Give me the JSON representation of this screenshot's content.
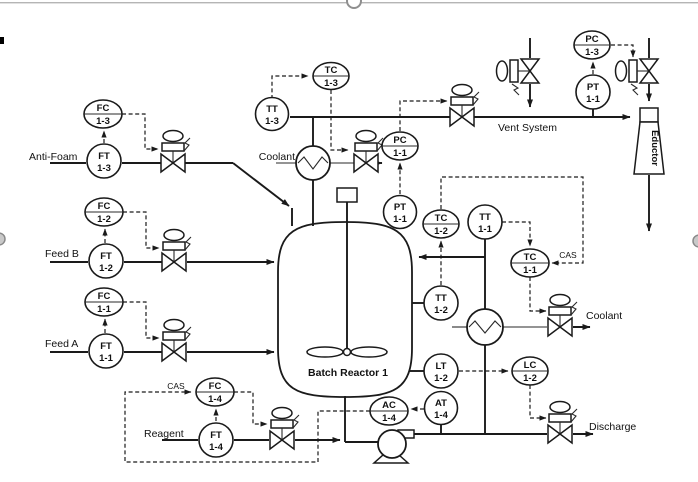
{
  "labels": {
    "anti_foam": "Anti-Foam",
    "feed_b": "Feed B",
    "feed_a": "Feed A",
    "reagent": "Reagent",
    "coolant_top": "Coolant",
    "coolant_right": "Coolant",
    "vent_system": "Vent System",
    "discharge": "Discharge",
    "eductor": "Eductor",
    "reactor": "Batch Reactor 1",
    "cas_left": "CAS",
    "cas_right": "CAS"
  },
  "instruments": {
    "fc13": {
      "line1": "FC",
      "line2": "1-3"
    },
    "ft13": {
      "line1": "FT",
      "line2": "1-3"
    },
    "fc12": {
      "line1": "FC",
      "line2": "1-2"
    },
    "ft12": {
      "line1": "FT",
      "line2": "1-2"
    },
    "fc11": {
      "line1": "FC",
      "line2": "1-1"
    },
    "ft11": {
      "line1": "FT",
      "line2": "1-1"
    },
    "fc14": {
      "line1": "FC",
      "line2": "1-4"
    },
    "ft14": {
      "line1": "FT",
      "line2": "1-4"
    },
    "tc13": {
      "line1": "TC",
      "line2": "1-3"
    },
    "tt13": {
      "line1": "TT",
      "line2": "1-3"
    },
    "pc11": {
      "line1": "PC",
      "line2": "1-1"
    },
    "pt11c": {
      "line1": "PT",
      "line2": "1-1"
    },
    "tc12": {
      "line1": "TC",
      "line2": "1-2"
    },
    "tt11": {
      "line1": "TT",
      "line2": "1-1"
    },
    "tc11": {
      "line1": "TC",
      "line2": "1-1"
    },
    "tt12": {
      "line1": "TT",
      "line2": "1-2"
    },
    "lt12": {
      "line1": "LT",
      "line2": "1-2"
    },
    "lc12": {
      "line1": "LC",
      "line2": "1-2"
    },
    "ac14": {
      "line1": "AC",
      "line2": "1-4"
    },
    "at14": {
      "line1": "AT",
      "line2": "1-4"
    },
    "pc13": {
      "line1": "PC",
      "line2": "1-3"
    },
    "pt11t": {
      "line1": "PT",
      "line2": "1-1"
    }
  },
  "colors": {
    "line": "#1a1a1a",
    "background": "#ffffff",
    "handle": "#8f8f8f"
  }
}
